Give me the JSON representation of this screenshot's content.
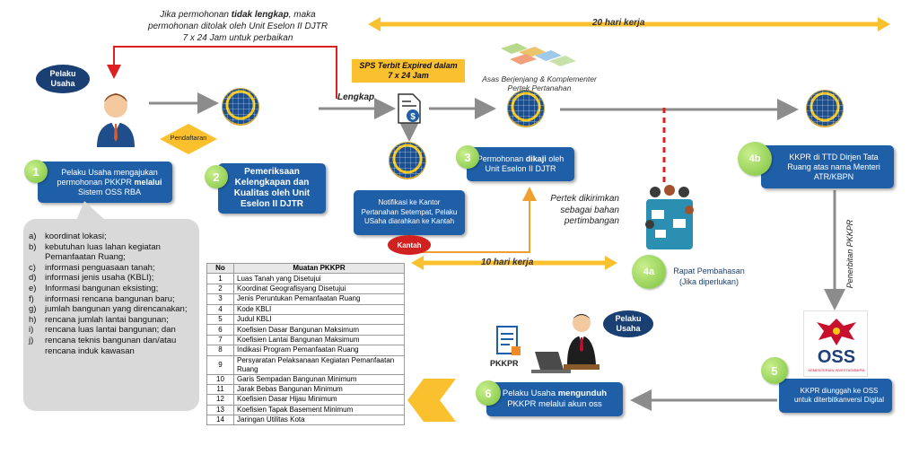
{
  "top_note": {
    "line1_pre": "Jika permohonan ",
    "line1_bold": "tidak lengkap",
    "line1_post": ", maka",
    "line2": "permohonan ditolak oleh Unit Eselon  II DJTR",
    "line3": "7 x 24 Jam untuk perbaikan"
  },
  "twenty_days": "20 hari kerja",
  "ten_days": "10 hari kerja",
  "pelaku_usaha_oval": [
    "Pelaku",
    "Usaha"
  ],
  "pelaku_usaha_oval2": [
    "Pelaku",
    "Usaha"
  ],
  "pendaftaran": "Pendaftaran",
  "lengkap": "Lengkap",
  "sps_note": [
    "SPS Terbit Expired  dalam",
    "7 x 24 Jam"
  ],
  "asas_note": [
    "Asas Berjenjang & Komplementer",
    "Pertek Pertanahan"
  ],
  "pertek_note": [
    "Pertek dikirimkan",
    "sebagai bahan",
    "pertimbangan"
  ],
  "penerbitan": "Penerbitan PKKPR",
  "kantah": "Kantah",
  "pkkpr_label": "PKKPR",
  "oss_text": "OSS",
  "oss_sub": "KEMENTERIAN INVESTASI/BKPM",
  "steps": {
    "s1": {
      "num": "1",
      "pre": "Pelaku Usaha mengajukan permohonan PKKPR ",
      "bold": "melalui",
      "post": " Sistem OSS RBA"
    },
    "s2": {
      "num": "2",
      "text": "Pemeriksaan Kelengkapan dan Kualitas oleh Unit Eselon II DJTR"
    },
    "notif": {
      "text": "Notifikasi ke Kantor Pertanahan Setempat, Pelaku USaha diarahkan ke Kantah"
    },
    "s3": {
      "num": "3",
      "pre": "Permohonan ",
      "bold": "dikaji",
      "post": " oleh Unit Eselon II DJTR"
    },
    "s4a": {
      "num": "4a",
      "line1": "Rapat Pembahasan",
      "line2": "(Jika diperlukan)"
    },
    "s4b": {
      "num": "4b",
      "text": "KKPR di TTD Dirjen Tata Ruang atas nama Menteri ATR/KBPN"
    },
    "s5": {
      "num": "5",
      "text": "KKPR diunggah ke OSS untuk diterbitkanversi Digital"
    },
    "s6": {
      "num": "6",
      "pre": "Pelaku Usaha ",
      "bold": "mengunduh",
      "post": " PKKPR  melalui akun oss"
    }
  },
  "requirements": [
    {
      "k": "a)",
      "t": "koordinat lokasi;"
    },
    {
      "k": "b)",
      "t": "kebutuhan luas lahan kegiatan Pemanfaatan Ruang;"
    },
    {
      "k": "c)",
      "t": "informasi penguasaan tanah;"
    },
    {
      "k": "d)",
      "t": "informasi jenis usaha (KBLI);"
    },
    {
      "k": "e)",
      "t": "Informasi bangunan eksisting;"
    },
    {
      "k": "f)",
      "t": "informasi rencana bangunan baru;"
    },
    {
      "k": "g)",
      "t": "jumlah bangunan yang direncanakan;"
    },
    {
      "k": "h)",
      "t": "rencana jumlah lantai bangunan;"
    },
    {
      "k": "i)",
      "t": "rencana luas lantai bangunan; dan"
    },
    {
      "k": "j)",
      "t": "rencana teknis bangunan dan/atau rencana induk kawasan"
    }
  ],
  "table": {
    "headers": [
      "No",
      "Muatan PKKPR"
    ],
    "rows": [
      [
        "1",
        "Luas Tanah yang Disetujui"
      ],
      [
        "2",
        "Koordinat Geografisyang Disetujui"
      ],
      [
        "3",
        "Jenis Peruntukan Pemanfaatan Ruang"
      ],
      [
        "4",
        "Kode KBLI"
      ],
      [
        "5",
        "Judul KBLI"
      ],
      [
        "6",
        "Koefisien Dasar Bangunan Maksimum"
      ],
      [
        "7",
        "Koefisien Lantai Bangunan Maksimum"
      ],
      [
        "8",
        "Indikasi Program Pemanfaatan Ruang"
      ],
      [
        "9",
        "Persyaratan Pelaksanaan Kegiatan Pemanfaatan Ruang"
      ],
      [
        "10",
        "Garis Sempadan Bangunan Minimum"
      ],
      [
        "11",
        "Jarak Bebas Bangunan Minimum"
      ],
      [
        "12",
        "Koefisien Dasar Hijau Minimum"
      ],
      [
        "13",
        "Koefisien Tapak Basement Minimum"
      ],
      [
        "14",
        "Jaringan Utilitas Kota"
      ]
    ]
  },
  "colors": {
    "blue": "#1f5fa8",
    "navy": "#1a3f73",
    "yellow": "#fbc02d",
    "red": "#e02020",
    "green": "#7cc23f",
    "grey": "#8c8c8c"
  }
}
